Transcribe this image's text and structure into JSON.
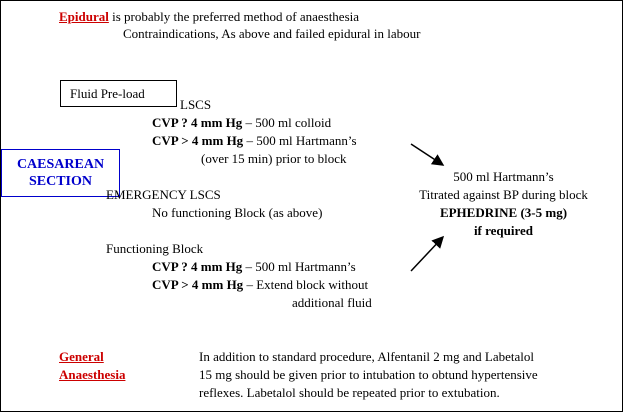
{
  "header": {
    "epidural": "Epidural",
    "rest": " is probably the preferred method of anaesthesia",
    "contra": "Contraindications, As above and failed epidural in labour"
  },
  "fluid_preload": "Fluid Pre-load",
  "caesarean": {
    "line1": "CAESAREAN",
    "line2": "SECTION"
  },
  "elective": {
    "label": "LSCS",
    "cvp1_bold": "CVP  ? 4 mm Hg",
    "cvp1_rest": " – 500 ml colloid",
    "cvp2_bold": "CVP > 4 mm Hg",
    "cvp2_rest": " – 500 ml Hartmann’s",
    "cvp2_note": "(over 15 min) prior to block"
  },
  "emergency": {
    "label": "EMERGENCY LSCS",
    "sub": "No functioning Block (as above)"
  },
  "functioning": {
    "label": "Functioning Block",
    "cvp1_bold": "CVP  ? 4 mm Hg",
    "cvp1_rest": " – 500 ml Hartmann’s",
    "cvp2_bold": "CVP > 4 mm Hg",
    "cvp2_rest": " – Extend block without",
    "cvp2_note": "additional fluid"
  },
  "right": {
    "line1": "500 ml Hartmann’s",
    "line2": "Titrated against BP during block",
    "line3": "EPHEDRINE (3-5 mg)",
    "line4": "if required"
  },
  "general": {
    "label1": "General",
    "label2": "Anaesthesia",
    "text1": "In addition to standard procedure, Alfentanil 2 mg and Labetalol",
    "text2": "15 mg should be given prior to intubation to obtund hypertensive",
    "text3": "reflexes.  Labetalol should be repeated prior to extubation."
  },
  "colors": {
    "heading_red": "#cc0000",
    "section_blue": "#0000cc"
  }
}
